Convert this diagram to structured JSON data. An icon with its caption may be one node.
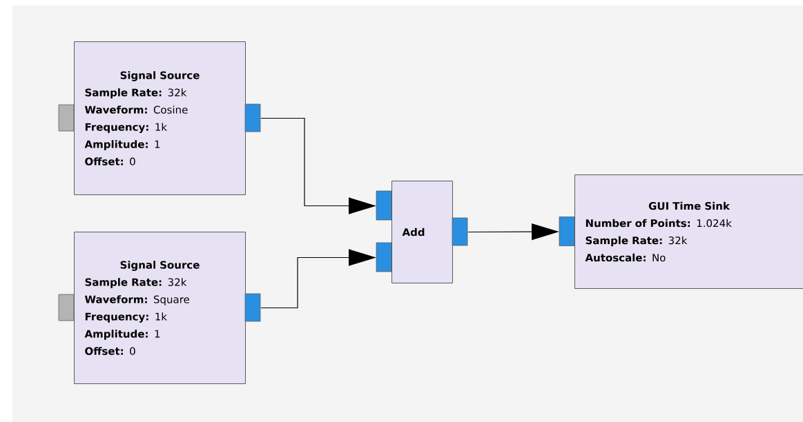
{
  "diagram": {
    "nodes": [
      {
        "text": [
          "Signal Source",
          "**Sample Rate:** 32k",
          "**Waveform:** Cosine",
          "**Frequency:** 1k",
          "**Amplitude:** 1",
          "**Offset:** 0"
        ]
      },
      {
        "text": [
          "Signal Source",
          "**Sample Rate:** 32k",
          "**Waveform:** Square",
          "**Frequency:** 1k",
          "**Amplitude:** 1",
          "**Offset:** 0"
        ]
      },
      {
        "text": [
          "Add"
        ]
      },
      {
        "text": [
          "GUI Time Sink",
          "**Number of Points:** 1.024k",
          "**Sample Rate:** 32k",
          "**Autoscale:** No"
        ]
      }
    ],
    "edges": [
      {
        "from": 0,
        "to": 2,
        "arrow": "to"
      },
      {
        "from": 1,
        "to": 2,
        "arrow": "to"
      },
      {
        "from": 2,
        "to": 3,
        "arrow": "to"
      }
    ]
  }
}
